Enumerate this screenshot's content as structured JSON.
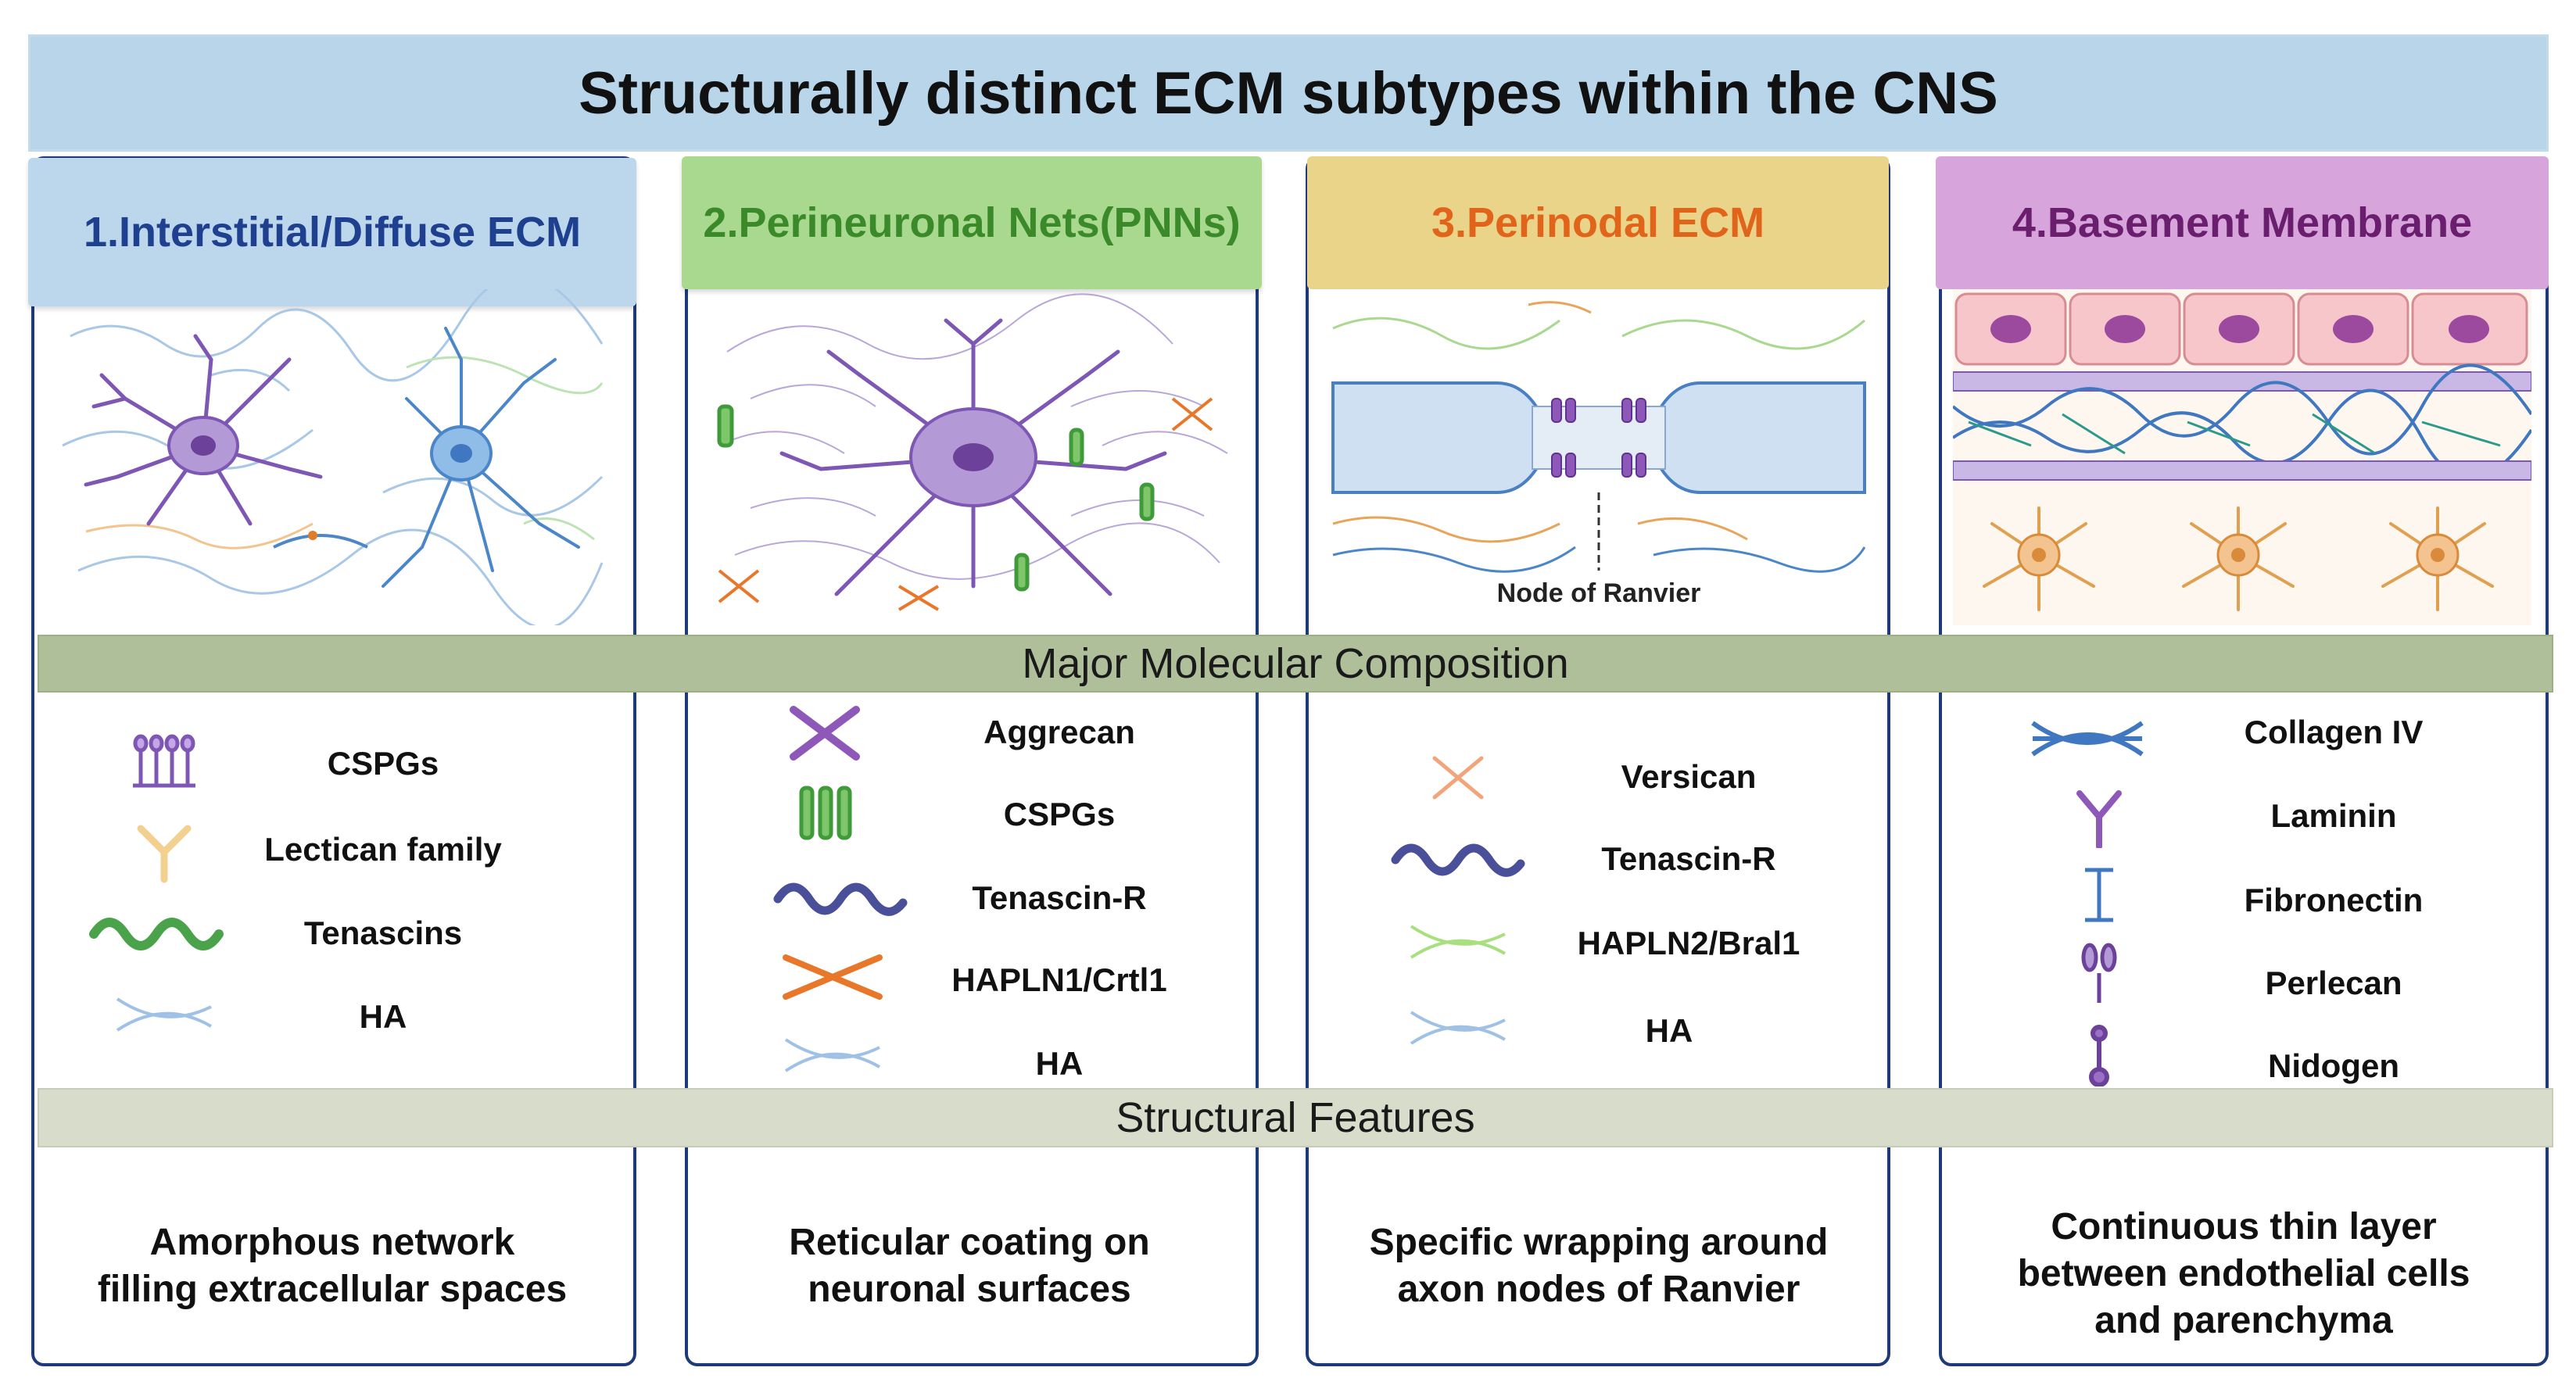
{
  "title": "Structurally distinct ECM subtypes within the CNS",
  "band_composition": "Major Molecular Composition",
  "band_structural": "Structural Features",
  "panels": [
    {
      "header": "1.Interstitial/Diffuse ECM",
      "header_bg": "#bcd6ec",
      "header_color": "#1f3f8f",
      "molecules": [
        {
          "icon": "cspgs-icon",
          "label": "CSPGs"
        },
        {
          "icon": "lectican-icon",
          "label": "Lectican family"
        },
        {
          "icon": "tenascin-icon",
          "label": "Tenascins"
        },
        {
          "icon": "ha-icon",
          "label": "HA"
        }
      ],
      "feature": "Amorphous network\nfilling extracellular spaces"
    },
    {
      "header": "2.Perineuronal Nets(PNNs)",
      "header_bg": "#a9d88f",
      "header_color": "#3a8a2a",
      "molecules": [
        {
          "icon": "aggrecan-icon",
          "label": "Aggrecan"
        },
        {
          "icon": "cspgs-icon",
          "label": "CSPGs"
        },
        {
          "icon": "tenascin-r-icon",
          "label": "Tenascin-R"
        },
        {
          "icon": "hapln1-icon",
          "label": "HAPLN1/Crtl1"
        },
        {
          "icon": "ha-icon",
          "label": "HA"
        }
      ],
      "feature": "Reticular coating on\nneuronal surfaces"
    },
    {
      "header": "3.Perinodal ECM",
      "header_bg": "#ead48a",
      "header_color": "#e0651a",
      "illustration_label": "Node of Ranvier",
      "molecules": [
        {
          "icon": "versican-icon",
          "label": "Versican"
        },
        {
          "icon": "tenascin-r-icon",
          "label": "Tenascin-R"
        },
        {
          "icon": "hapln2-icon",
          "label": "HAPLN2/Bral1"
        },
        {
          "icon": "ha-icon",
          "label": "HA"
        }
      ],
      "feature": "Specific wrapping around\naxon nodes of Ranvier"
    },
    {
      "header": "4.Basement  Membrane",
      "header_bg": "#d8a4dc",
      "header_color": "#6a1f6e",
      "molecules": [
        {
          "icon": "collagen-iv-icon",
          "label": "Collagen IV"
        },
        {
          "icon": "laminin-icon",
          "label": "Laminin"
        },
        {
          "icon": "fibronectin-icon",
          "label": "Fibronectin"
        },
        {
          "icon": "perlecan-icon",
          "label": "Perlecan"
        },
        {
          "icon": "nidogen-icon",
          "label": "Nidogen"
        }
      ],
      "feature": "Continuous thin layer\nbetween endothelial cells\nand parenchyma"
    }
  ]
}
